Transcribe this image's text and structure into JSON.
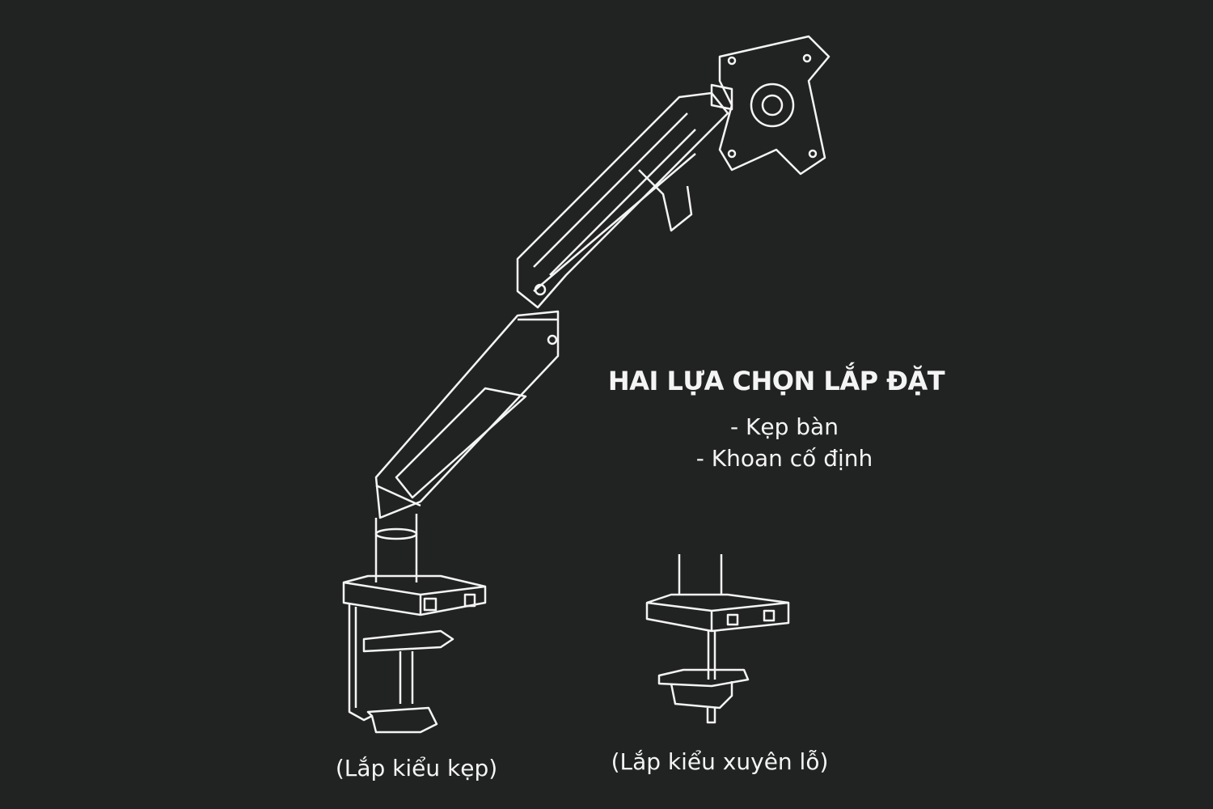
{
  "heading": "HAI LỰA CHỌN LẮP ĐẶT",
  "options": [
    "- Kẹp bàn",
    "- Khoan cố định"
  ],
  "captions": {
    "clamp": "(Lắp kiểu kẹp)",
    "grommet": "(Lắp kiểu xuyên lỗ)"
  },
  "colors": {
    "background": "#212322",
    "line": "#f4f4f4"
  }
}
